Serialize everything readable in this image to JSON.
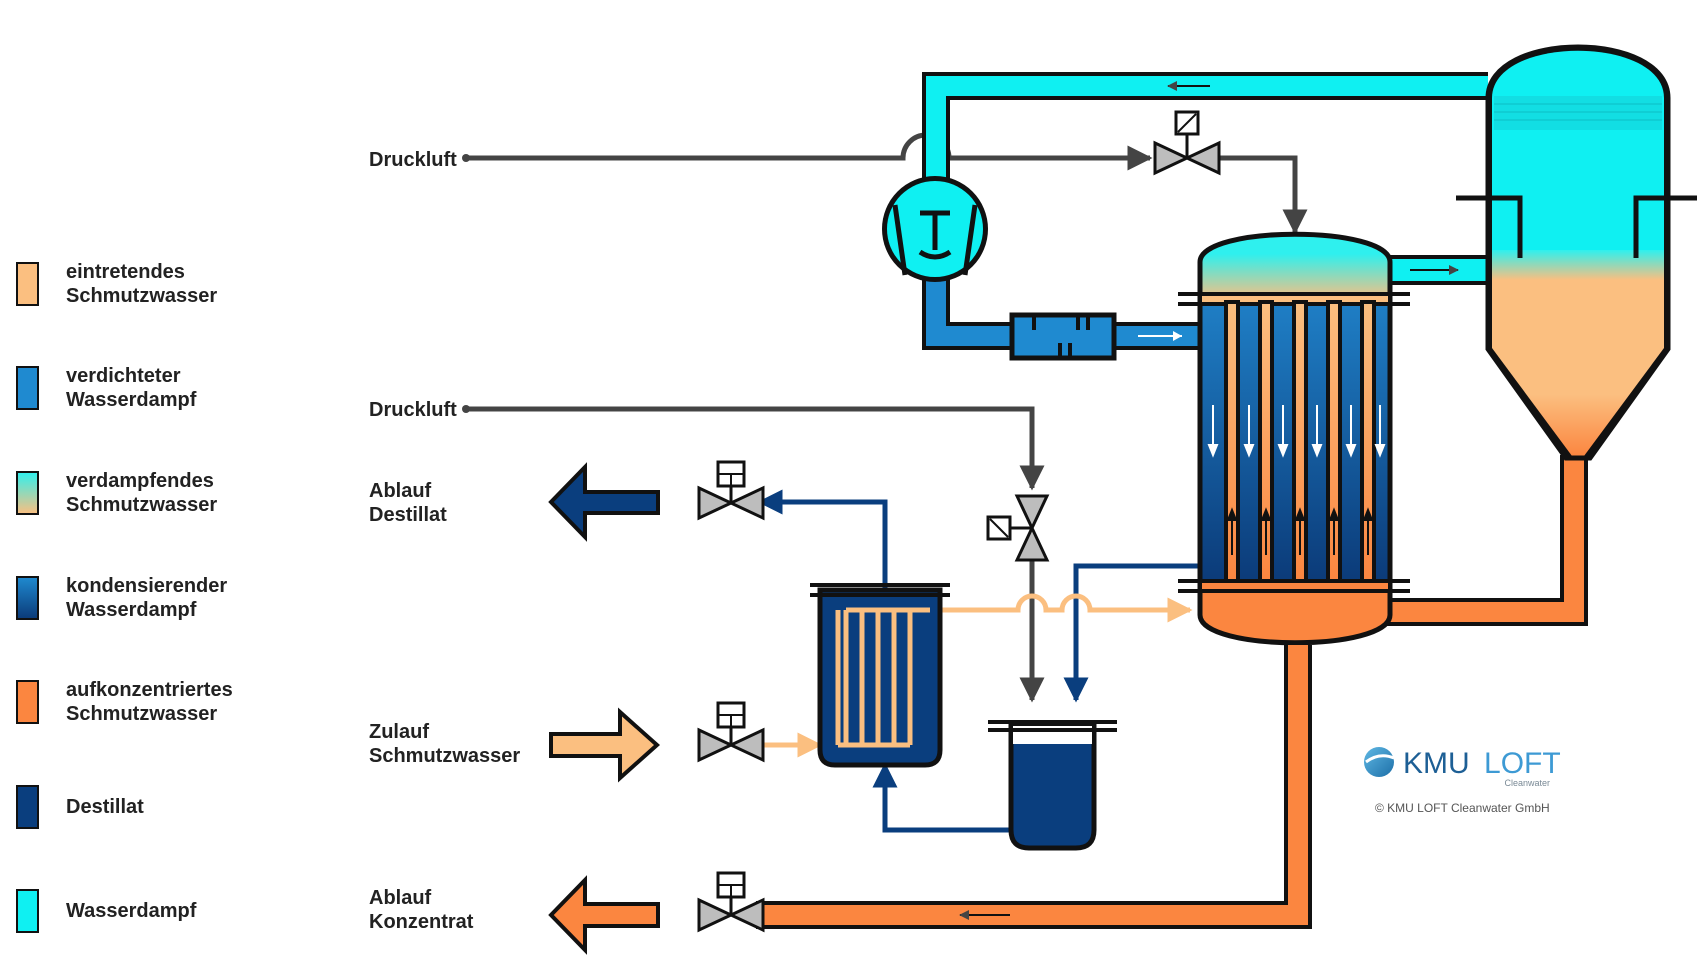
{
  "legend": [
    {
      "line1": "eintretendes",
      "line2": "Schmutzwasser",
      "color": "#fbbf80"
    },
    {
      "line1": "verdichteter",
      "line2": "Wasserdampf",
      "color": "#1f8ad0"
    },
    {
      "line1": "verdampfendes",
      "line2": "Schmutzwasser",
      "color_top": "#2ff0ee",
      "color_bottom": "#fbbf80"
    },
    {
      "line1": "kondensierender",
      "line2": "Wasserdampf",
      "color_top": "#1f8ad0",
      "color_bottom": "#0b3a78"
    },
    {
      "line1": "aufkonzentriertes",
      "line2": "Schmutzwasser",
      "color": "#fb8640"
    },
    {
      "line1": "Destillat",
      "line2": "",
      "color": "#0a3e7e"
    },
    {
      "line1": "Wasserdampf",
      "line2": "",
      "color": "#0ff0f2"
    }
  ],
  "labels": {
    "druckluft_top": "Druckluft",
    "druckluft_mid": "Druckluft",
    "ablauf_destillat_1": "Ablauf",
    "ablauf_destillat_2": "Destillat",
    "zulauf_1": "Zulauf",
    "zulauf_2": "Schmutzwasser",
    "ablauf_konzentrat_1": "Ablauf",
    "ablauf_konzentrat_2": "Konzentrat"
  },
  "brand": {
    "name_part1": "KMU",
    "name_part2": "LOFT",
    "sub": "Cleanwater",
    "copyright": "© KMU LOFT Cleanwater GmbH"
  },
  "colors": {
    "vapor": "#0ff0f2",
    "compressed_vapor": "#1f8ad0",
    "distillate": "#0a3e7e",
    "incoming": "#fbbf80",
    "concentrate": "#fb8640",
    "air_line": "#444444",
    "outline": "#111111"
  }
}
